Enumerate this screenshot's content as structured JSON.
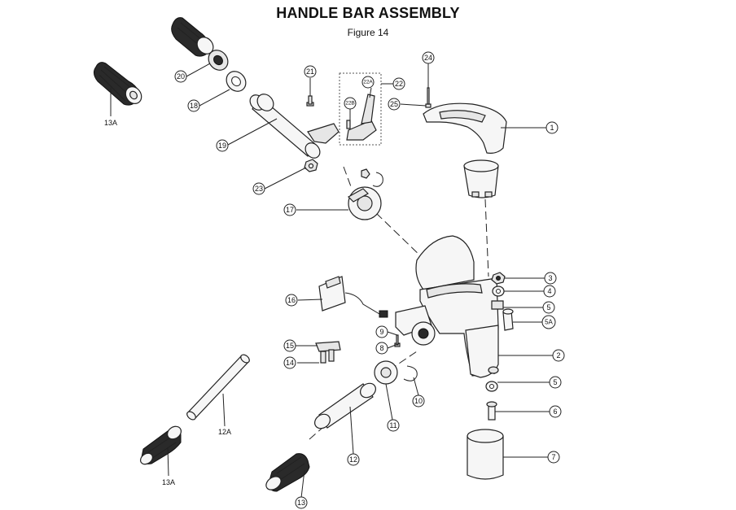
{
  "title": "HANDLE BAR ASSEMBLY",
  "figure": "Figure 14",
  "callouts": [
    {
      "id": "c1",
      "label": "1"
    },
    {
      "id": "c2",
      "label": "2"
    },
    {
      "id": "c3",
      "label": "3"
    },
    {
      "id": "c4",
      "label": "4"
    },
    {
      "id": "c5",
      "label": "5"
    },
    {
      "id": "c5b",
      "label": "5"
    },
    {
      "id": "c5a",
      "label": "5A"
    },
    {
      "id": "c6",
      "label": "6"
    },
    {
      "id": "c7",
      "label": "7"
    },
    {
      "id": "c8",
      "label": "8"
    },
    {
      "id": "c9",
      "label": "9"
    },
    {
      "id": "c10",
      "label": "10"
    },
    {
      "id": "c11",
      "label": "11"
    },
    {
      "id": "c12",
      "label": "12"
    },
    {
      "id": "c12a",
      "label": "12A"
    },
    {
      "id": "c13",
      "label": "13"
    },
    {
      "id": "c13a",
      "label": "13A"
    },
    {
      "id": "c13a2",
      "label": "13A"
    },
    {
      "id": "c14",
      "label": "14"
    },
    {
      "id": "c15",
      "label": "15"
    },
    {
      "id": "c16",
      "label": "16"
    },
    {
      "id": "c17",
      "label": "17"
    },
    {
      "id": "c18",
      "label": "18"
    },
    {
      "id": "c19",
      "label": "19"
    },
    {
      "id": "c20",
      "label": "20"
    },
    {
      "id": "c21",
      "label": "21"
    },
    {
      "id": "c22",
      "label": "22"
    },
    {
      "id": "c22a",
      "label": "22A"
    },
    {
      "id": "c22b",
      "label": "22B"
    },
    {
      "id": "c23",
      "label": "23"
    },
    {
      "id": "c24",
      "label": "24"
    },
    {
      "id": "c25",
      "label": "25"
    }
  ]
}
